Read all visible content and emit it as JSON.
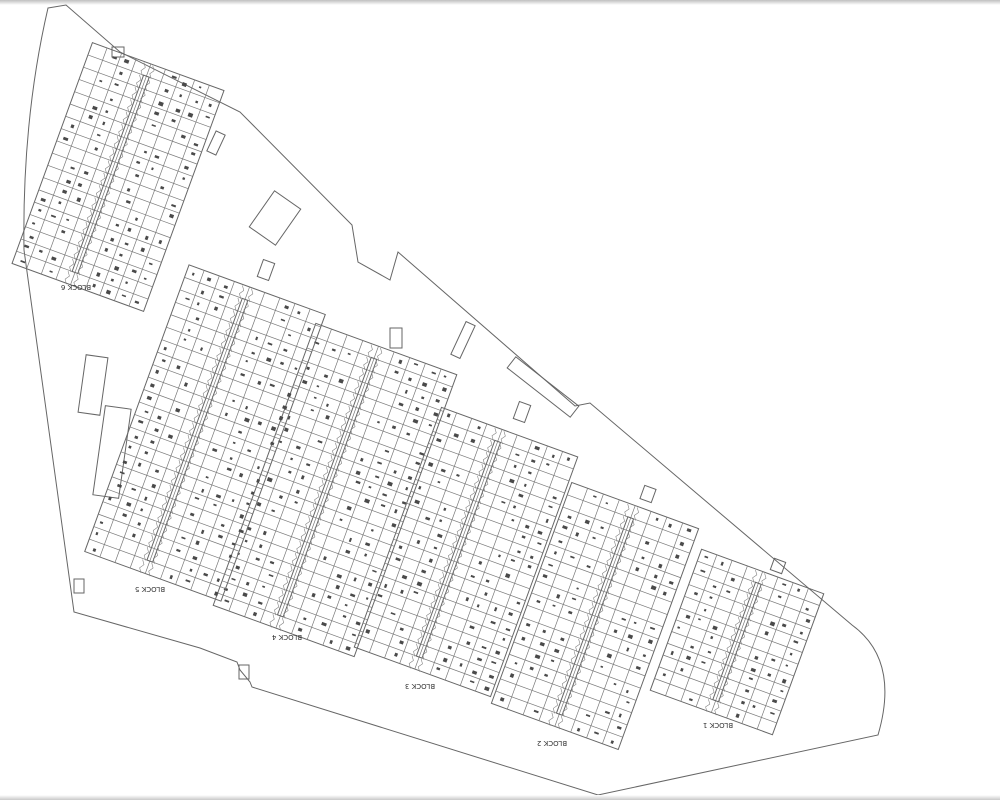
{
  "drawing": {
    "colors": {
      "background": "#ffffff",
      "line": "#666666",
      "grid": "#7a7a7a",
      "mark": "#4a4a4a"
    },
    "blocks": [
      {
        "id": "block-1",
        "label": "BLOCK 1"
      },
      {
        "id": "block-2",
        "label": "BLOCK 2"
      },
      {
        "id": "block-3",
        "label": "BLOCK 3"
      },
      {
        "id": "block-4",
        "label": "BLOCK 4"
      },
      {
        "id": "block-5",
        "label": "BLOCK 5"
      },
      {
        "id": "block-6",
        "label": "BLOCK 6"
      }
    ]
  }
}
